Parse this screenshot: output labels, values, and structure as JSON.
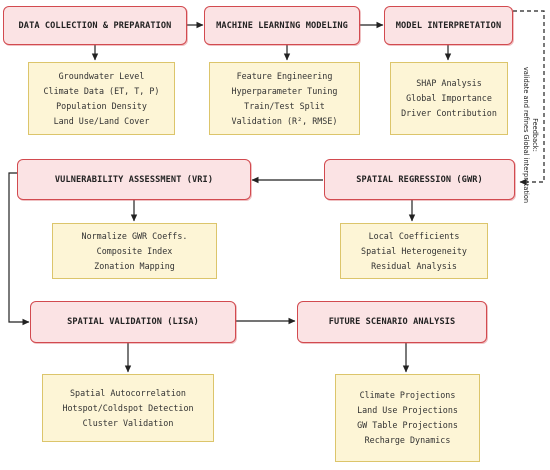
{
  "process_boxes": {
    "data_collection": "DATA COLLECTION & PREPARATION",
    "ml_modeling": "MACHINE LEARNING MODELING",
    "model_interpretation": "MODEL INTERPRETATION",
    "vulnerability_assessment": "VULNERABILITY ASSESSMENT (VRI)",
    "spatial_regression": "SPATIAL REGRESSION (GWR)",
    "spatial_validation": "SPATIAL VALIDATION (LISA)",
    "future_scenario": "FUTURE SCENARIO ANALYSIS"
  },
  "detail_boxes": {
    "data_collection": [
      "Groundwater Level",
      "Climate Data (ET, T, P)",
      "Population Density",
      "Land Use/Land Cover"
    ],
    "ml_modeling": [
      "Feature Engineering",
      "Hyperparameter Tuning",
      "Train/Test Split",
      "Validation (R², RMSE)"
    ],
    "model_interpretation": [
      "SHAP Analysis",
      "Global Importance",
      "Driver Contribution"
    ],
    "vulnerability_assessment": [
      "Normalize GWR Coeffs.",
      "Composite Index",
      "Zonation Mapping"
    ],
    "spatial_regression": [
      "Local Coefficients",
      "Spatial Heterogeneity",
      "Residual Analysis"
    ],
    "spatial_validation": [
      "Spatial Autocorrelation",
      "Hotspot/Coldspot Detection",
      "Cluster Validation"
    ],
    "future_scenario": [
      "Climate Projections",
      "Land Use Projections",
      "GW Table Projections",
      "Recharge Dynamics"
    ]
  },
  "feedback": {
    "title": "Feedback:",
    "line1": "validate and refines Global interpretation"
  },
  "colors": {
    "process_fill": "#fbe3e4",
    "process_stroke": "#d24a4f",
    "detail_fill": "#fdf5d6",
    "detail_stroke": "#dcc56b",
    "arrow": "#222222"
  }
}
